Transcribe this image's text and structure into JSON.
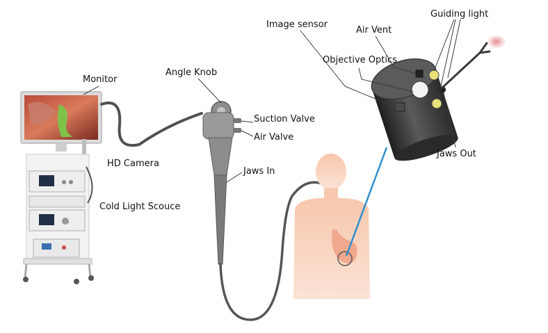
{
  "labels": {
    "monitor": "Monitor",
    "hd_camera": "HD Camera",
    "cold_light_source": "Cold Light Scouce",
    "angle_knob": "Angle Knob",
    "suction_valve": "Suction Valve",
    "air_valve": "Air Valve",
    "jaws_in": "Jaws In",
    "image_sensor": "Image sensor",
    "air_vent": "Air Vent",
    "objective_optics": "Objective Optics",
    "guiding_light": "Guiding light",
    "jaws_out": "Jaws Out"
  },
  "colors": {
    "leader_line": "#3a3a3a",
    "cable": "#505050",
    "body_silhouette": "#f6c9ae",
    "stomach": "#f3b7a0",
    "light_beam": "#2f8fd0",
    "tip_body": "#3a3a3a",
    "guiding_light_lens": "#e8e07a",
    "laser_glow": "#e5808a"
  },
  "icons": [
    "endoscopy-tower",
    "monitor",
    "endoscope-handle",
    "human-body",
    "endoscope-tip"
  ]
}
